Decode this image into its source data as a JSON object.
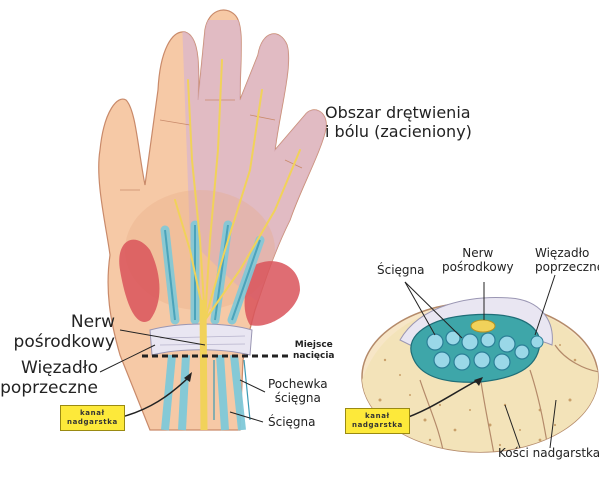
{
  "labels": {
    "numbness_line1": "Obszar drętwienia",
    "numbness_line2": "i bólu (zacieniony)",
    "median_nerve_left_line1": "Nerw",
    "median_nerve_left_line2": "pośrodkowy",
    "ligament_left_line1": "Więzadło",
    "ligament_left_line2": "poprzeczne",
    "incision_line1": "Miejsce",
    "incision_line2": "nacięcia",
    "sheath_line1": "Pochewka",
    "sheath_line2": "ścięgna",
    "tendons_left": "Ścięgna",
    "tendons_right": "Ścięgna",
    "median_nerve_right_line1": "Nerw",
    "median_nerve_right_line2": "pośrodkowy",
    "ligament_right_line1": "Więzadło",
    "ligament_right_line2": "poprzeczne",
    "carpal_bones": "Kości nadgarstka",
    "tag_left_line1": "kanał",
    "tag_left_line2": "nadgarstka",
    "tag_right_line1": "kanał",
    "tag_right_line2": "nadgarstka"
  },
  "colors": {
    "skin": "#f6c9a6",
    "skin_shadow": "#e9ab86",
    "numb_area": "#d9b6cc",
    "nerve": "#f1d25a",
    "tendon": "#7fc9d9",
    "tendon_dark": "#3c9bb5",
    "muscle": "#d9545a",
    "ligament": "#e9e6f2",
    "bone": "#f3e3b9",
    "tag": "#fde93a"
  }
}
